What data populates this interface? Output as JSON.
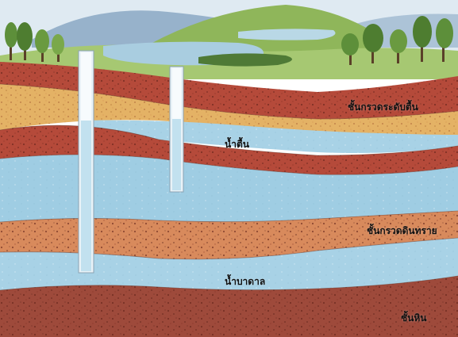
{
  "labels": {
    "gravel_shallow": "ชั้นกรวดระดับตื้น",
    "shallow_water": "น้ำตื้น",
    "gravel_sand": "ชั้นกรวดดินทราย",
    "groundwater": "น้ำบาดาล",
    "rock": "ชั้นหิน"
  },
  "colors": {
    "sky": "#dfeaf2",
    "mountain": "#7f9fbe",
    "hills": "#8fb65a",
    "lake": "#a9cde0",
    "soil_red": "#b54a3a",
    "gravel_tan": "#e4b265",
    "water_blue": "#a8d2e6",
    "rock_brown": "#9e4a3b",
    "well_pipe": "#e9f2f7"
  },
  "icons": [
    "tree-icon",
    "well-pipe-icon"
  ]
}
